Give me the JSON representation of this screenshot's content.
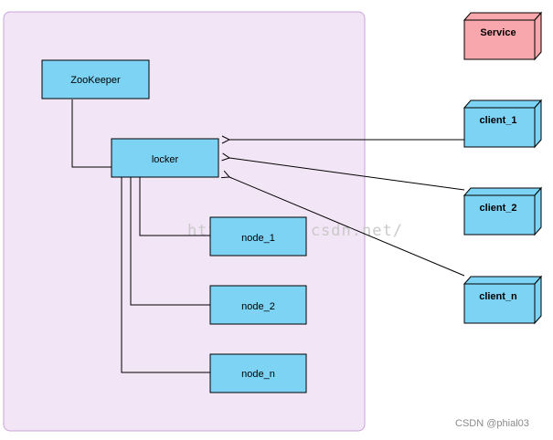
{
  "colors": {
    "container_fill": "#f2e5f6",
    "container_border": "#c8a3d9",
    "box_fill": "#7dd3f4",
    "service_fill": "#f8a8ad",
    "line": "#000000"
  },
  "diagram": {
    "zookeeper": "ZooKeeper",
    "locker": "locker",
    "nodes": [
      "node_1",
      "node_2",
      "node_n"
    ],
    "service": "Service",
    "clients": [
      "client_1",
      "client_2",
      "client_n"
    ]
  },
  "watermark": "http://blog.csdn.net/",
  "credit": "CSDN @phial03"
}
